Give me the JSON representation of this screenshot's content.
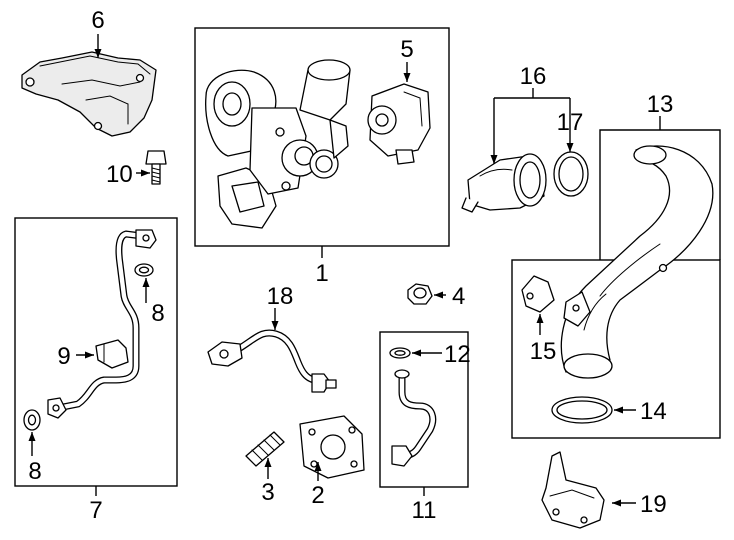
{
  "callouts": {
    "c1": "1",
    "c2": "2",
    "c3": "3",
    "c4": "4",
    "c5": "5",
    "c6": "6",
    "c7": "7",
    "c8a": "8",
    "c8b": "8",
    "c9": "9",
    "c10": "10",
    "c11": "11",
    "c12": "12",
    "c13": "13",
    "c14": "14",
    "c15": "15",
    "c16": "16",
    "c17": "17",
    "c18": "18",
    "c19": "19"
  },
  "colors": {
    "line": "#000000",
    "background": "#ffffff",
    "shade": "#ececec"
  }
}
